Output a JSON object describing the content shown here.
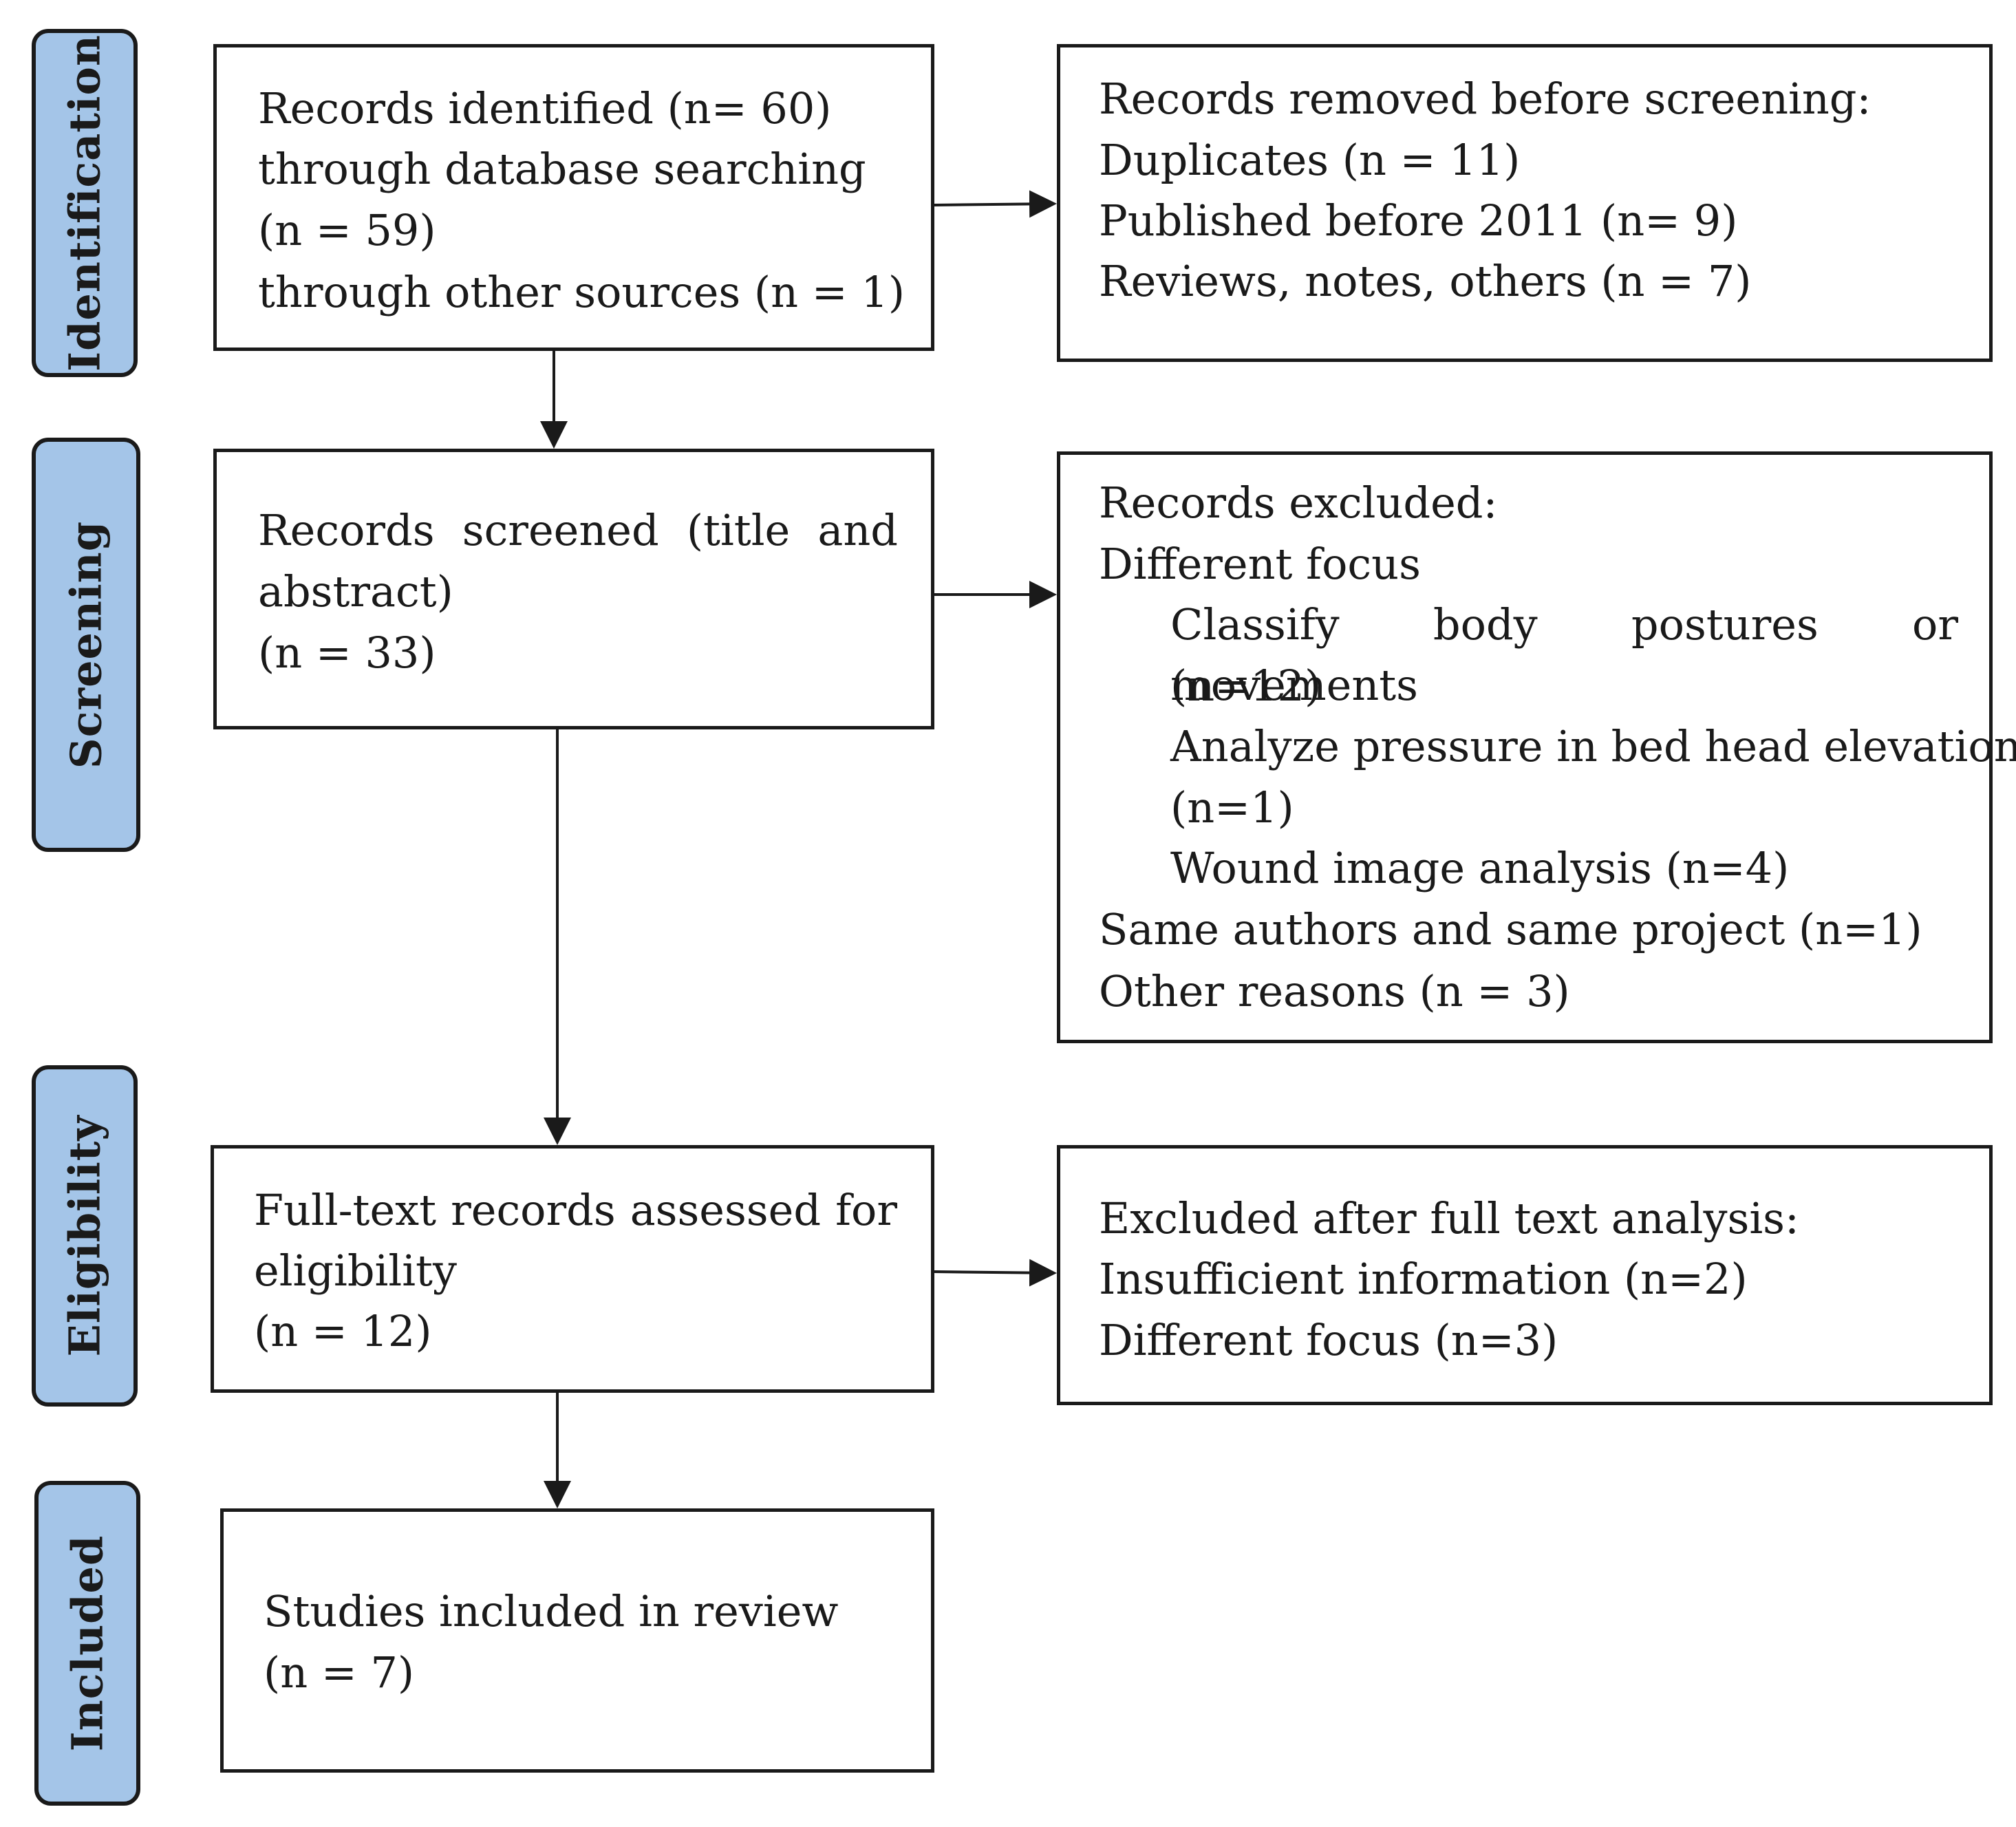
{
  "stages": {
    "identification": "Identification",
    "screening": "Screening",
    "eligibility": "Eligibility",
    "included": "Included"
  },
  "identified": {
    "line1": "Records identified (n= 60)",
    "line2": "through database searching",
    "line3": "(n = 59)",
    "line4": "through other sources (n = 1)"
  },
  "removed": {
    "line1": "Records removed before screening:",
    "line2": "Duplicates (n = 11)",
    "line3": "Published before 2011 (n= 9)",
    "line4": "Reviews, notes, others (n = 7)"
  },
  "screened": {
    "line1": "Records screened (title and",
    "line2": "abstract)",
    "line3": "(n = 33)"
  },
  "excluded": {
    "line1": "Records excluded:",
    "line2": "Different focus",
    "line3": "Classify body postures or movements",
    "line4": "(n=12)",
    "line5": "Analyze pressure in bed head elevation",
    "line6": "(n=1)",
    "line7": "Wound image analysis (n=4)",
    "line8": "Same authors and same project (n=1)",
    "line9": "Other reasons (n = 3)"
  },
  "fulltext": {
    "line1": "Full-text records assessed for",
    "line2": "eligibility",
    "line3": "(n = 12)"
  },
  "excluded_fulltext": {
    "line1": "Excluded after full text analysis:",
    "line2": "Insufficient information (n=2)",
    "line3": "Different focus (n=3)"
  },
  "included_box": {
    "line1": "Studies included in review",
    "line2": "(n = 7)"
  }
}
